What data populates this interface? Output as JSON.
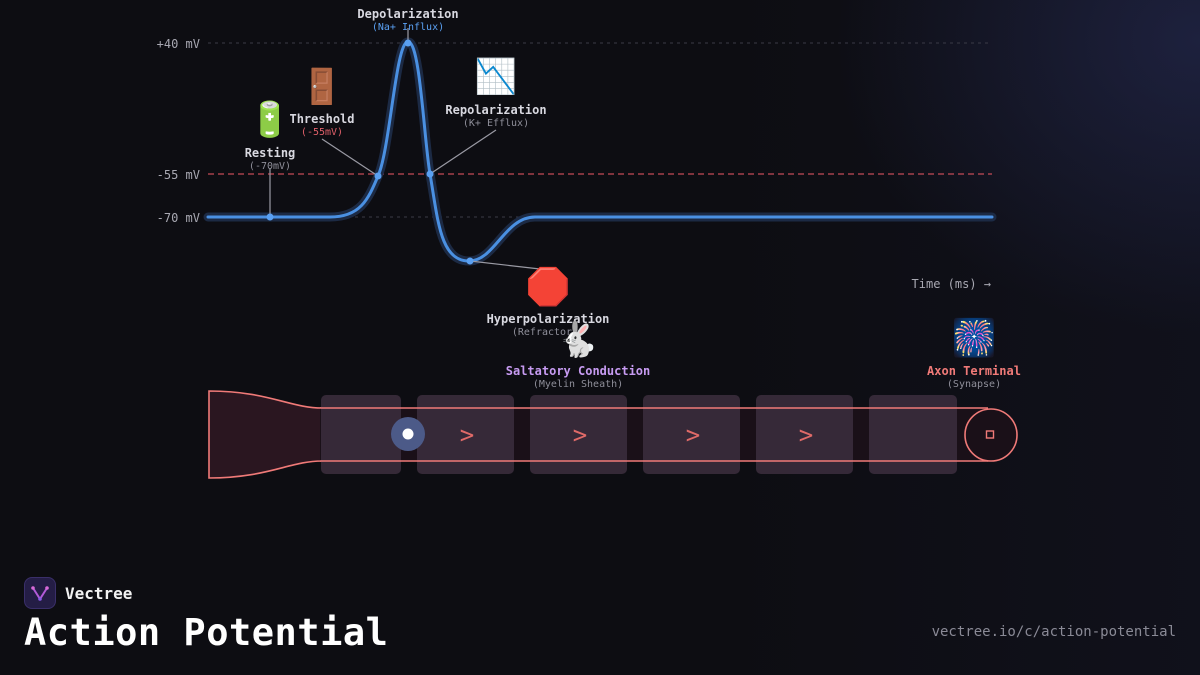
{
  "graph": {
    "y_labels": {
      "plus40": "+40 mV",
      "minus55": "-55 mV",
      "minus70": "-70 mV"
    },
    "x_axis_label": "Time (ms) →",
    "colors": {
      "trace": "#4a90e2",
      "threshold_line": "#c04a56",
      "grid": "#3a3a46",
      "label": "#bbbbbb"
    }
  },
  "phases": {
    "depolarization": {
      "title": "Depolarization",
      "subtitle": "(Na+ Influx)"
    },
    "repolarization": {
      "icon": "📉",
      "icon_name": "chart-decreasing-icon",
      "title": "Repolarization",
      "subtitle": "(K+ Efflux)"
    },
    "threshold": {
      "icon": "🚪",
      "icon_name": "door-icon",
      "title": "Threshold",
      "subtitle": "(-55mV)"
    },
    "resting": {
      "icon": "🔋",
      "icon_name": "battery-icon",
      "title": "Resting",
      "subtitle": "(-70mV)"
    },
    "hyperpolarization": {
      "icon": "🛑",
      "icon_name": "stop-sign-icon",
      "title": "Hyperpolarization",
      "subtitle": "(Refractory)"
    }
  },
  "axon": {
    "saltatory": {
      "icon": "🐇",
      "icon_name": "rabbit-icon",
      "title": "Saltatory Conduction",
      "subtitle": "(Myelin Sheath)"
    },
    "terminal": {
      "icon": "🎆",
      "icon_name": "fireworks-icon",
      "title": "Axon Terminal",
      "subtitle": "(Synapse)"
    },
    "arrow_glyph": ">",
    "colors": {
      "membrane": "#f07a78",
      "sheath": "#3a2c3c",
      "hillock": "#2a1620",
      "signal": "#4c5a88"
    }
  },
  "footer": {
    "brand": "Vectree",
    "title": "Action Potential",
    "url": "vectree.io/c/action-potential"
  }
}
